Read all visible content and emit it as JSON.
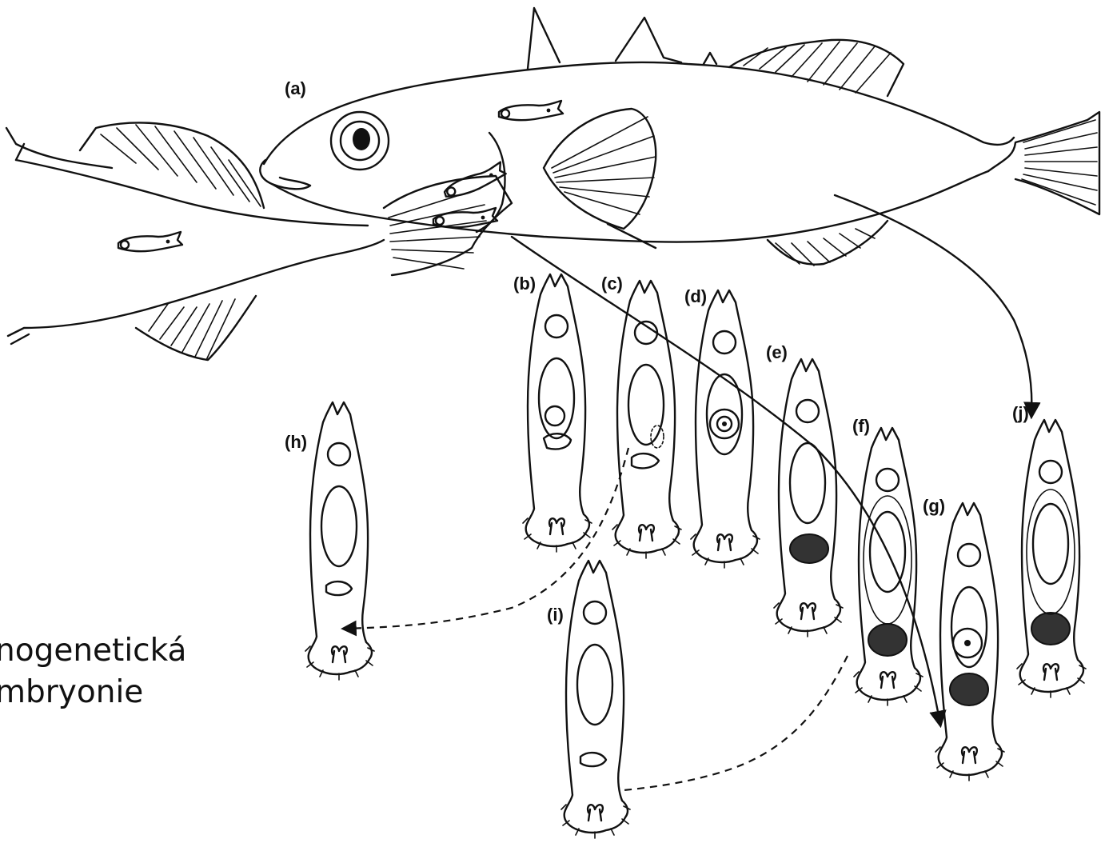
{
  "caption": {
    "line1": "nogenetická",
    "line2": "mbryonie"
  },
  "labels": {
    "a": "(a)",
    "b": "(b)",
    "c": "(c)",
    "d": "(d)",
    "e": "(e)",
    "f": "(f)",
    "g": "(g)",
    "h": "(h)",
    "i": "(i)",
    "j": "(j)"
  }
}
